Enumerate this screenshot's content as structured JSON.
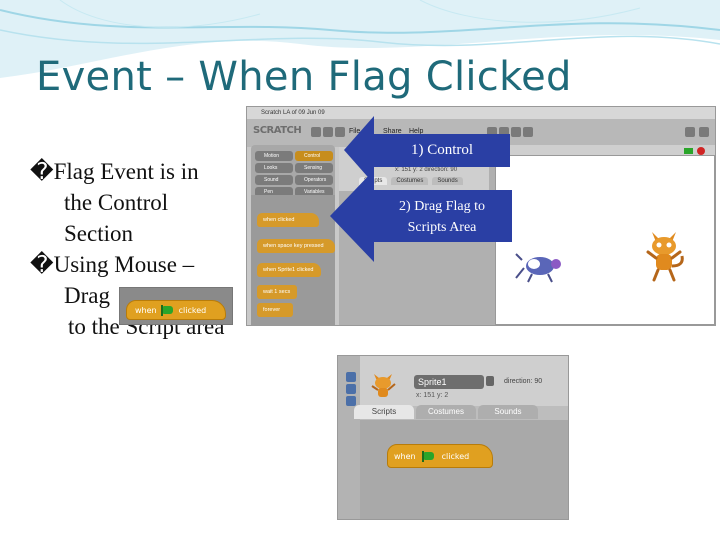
{
  "slide": {
    "title": "Event – When Flag Clicked",
    "bullets": {
      "marker": "�",
      "b1_line1": "Flag Event is in",
      "b1_line2": "the Control",
      "b1_line3": "Section",
      "b2_line1": "Using Mouse –",
      "b2_line2": "Drag",
      "b2_line3": "to the Script  area"
    },
    "inline_block": {
      "when": "when",
      "clicked": "clicked"
    }
  },
  "callouts": {
    "one": "1) Control",
    "two_line1": "2) Drag Flag to",
    "two_line2": "Scripts Area"
  },
  "scratch_main": {
    "title": "Scratch LA of 09 Jun 09",
    "logo": "SCRATCH",
    "menu": [
      "File",
      "Share",
      "Help"
    ],
    "categories": {
      "motion": "Motion",
      "control": "Control",
      "looks": "Looks",
      "sensing": "Sensing",
      "sound": "Sound",
      "operators": "Operators",
      "pen": "Pen",
      "variables": "Variables"
    },
    "blocks": {
      "b1": "when   clicked",
      "b2": "when space key pressed",
      "b3": "when Sprite1 clicked",
      "b4": "wait 1 secs",
      "b5": "forever"
    },
    "tabs": [
      "Scripts",
      "Costumes",
      "Sounds"
    ],
    "sprite_info": "x: 151  y: 2     direction: 90"
  },
  "scratch_zoom": {
    "sprite_name": "Sprite1",
    "direction": "direction: 90",
    "coords": "x: 151  y: 2",
    "tabs": [
      "Scripts",
      "Costumes",
      "Sounds"
    ],
    "block": {
      "when": "when",
      "clicked": "clicked"
    }
  },
  "colors": {
    "title": "#1f6a7a",
    "callout": "#2a3fa4",
    "control_block": "#e0a020",
    "flag": "#2aa52a"
  }
}
